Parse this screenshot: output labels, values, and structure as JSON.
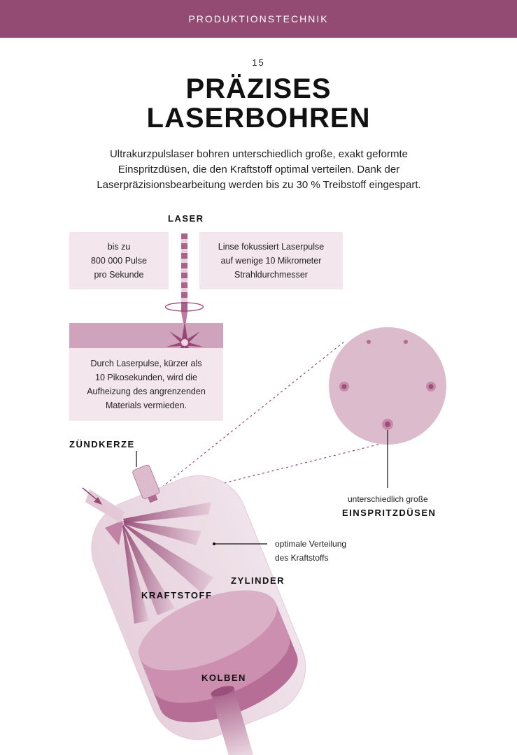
{
  "header": {
    "section": "PRODUKTIONSTECHNIK"
  },
  "page": {
    "number": "15",
    "title_line1": "PRÄZISES",
    "title_line2": "LASERBOHREN",
    "intro": "Ultrakurzpulslaser bohren unterschiedlich große, exakt geformte Einspritzdüsen, die den Kraftstoff optimal verteilen. Dank der Laserpräzisionsbearbeitung werden bis zu 30 % Treibstoff eingespart."
  },
  "laser": {
    "label": "LASER",
    "pulses_l1": "bis zu",
    "pulses_l2": "800 000 Pulse",
    "pulses_l3": "pro Sekunde",
    "lens_l1": "Linse fokussiert Laserpulse",
    "lens_l2": "auf wenige 10 Mikrometer",
    "lens_l3": "Strahldurchmesser",
    "material_l1": "Durch Laserpulse, kürzer als",
    "material_l2": "10 Pikosekunden, wird die",
    "material_l3": "Aufheizung des angrenzenden",
    "material_l4": "Materials vermieden."
  },
  "engine": {
    "spark_plug": "ZÜNDKERZE",
    "nozzles_caption": "unterschiedlich große",
    "nozzles_label": "EINSPRITZDÜSEN",
    "distribution_l1": "optimale Verteilung",
    "distribution_l2": "des Kraftstoffs",
    "cylinder": "ZYLINDER",
    "fuel": "KRAFTSTOFF",
    "piston": "KOLBEN"
  },
  "colors": {
    "accent": "#934a73",
    "light_pink": "#f3e6ed",
    "mid_pink": "#cfa3bc",
    "dark": "#111111"
  }
}
